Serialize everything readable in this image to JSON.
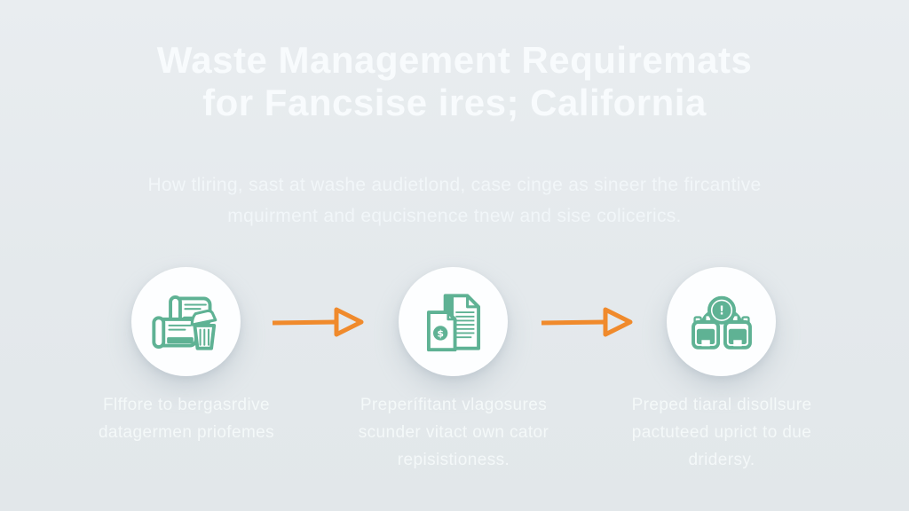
{
  "colors": {
    "background_top": "#e9edf0",
    "background_bottom": "#e2e7ea",
    "title_text": "#f9fcfd",
    "body_text": "#f3f8fa",
    "icon_green": "#5fb294",
    "arrow_orange": "#f08a2c",
    "circle_white": "#fdfeff"
  },
  "title": {
    "line1": "Waste Management Requiremats",
    "line2": "for Fancsise ires; California"
  },
  "subtitle": {
    "line1": "How tliring, sast at washe audietlond, case cinge as sineer the fircantive",
    "line2": "mquirment and equcisnence tnew and sise colicerics."
  },
  "steps": [
    {
      "icon": "waste-bins-icon",
      "caption_lines": [
        "Flffore to bergasrdive",
        "datagermen priofemes"
      ]
    },
    {
      "icon": "franchise-documents-icon",
      "caption_lines": [
        "Preperífitant vlagosures",
        "scunder vitact own cator",
        "repisistioness."
      ]
    },
    {
      "icon": "disposal-containers-icon",
      "caption_lines": [
        "Preped tiaral disollsure",
        "pactuteed uprict to due",
        "dridersy."
      ]
    }
  ]
}
